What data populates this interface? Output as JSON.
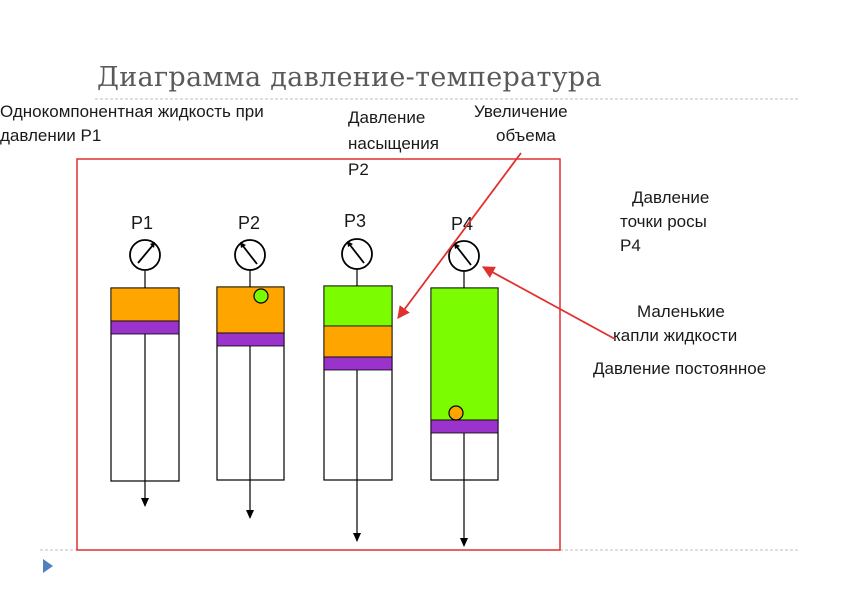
{
  "title": "Диаграмма давление-температура",
  "labels": {
    "single_component_line1": "Однокомпонентная жидкость при",
    "single_component_line2": "давлении Р1",
    "saturation_line1": "Давление",
    "saturation_line2": "насыщения",
    "saturation_line3": "Р2",
    "volume_line1": "Увеличение",
    "volume_line2": "объема",
    "dew_line1": "Давление",
    "dew_line2": "точки росы",
    "dew_line3": "Р4",
    "drops_line1": "Маленькие",
    "drops_line2": "капли жидкости",
    "constant": "Давление постоянное"
  },
  "cylinders": [
    {
      "gauge_label": "Р1"
    },
    {
      "gauge_label": "Р2"
    },
    {
      "gauge_label": "Р3"
    },
    {
      "gauge_label": "Р4"
    }
  ],
  "colors": {
    "liquid": "#FFA500",
    "vapor": "#7CFC00",
    "piston": "#9933CC",
    "frame": "#E03030",
    "arrow": "#E03030",
    "separator": "#bfbfbf",
    "bullet": "#4F81BD"
  }
}
